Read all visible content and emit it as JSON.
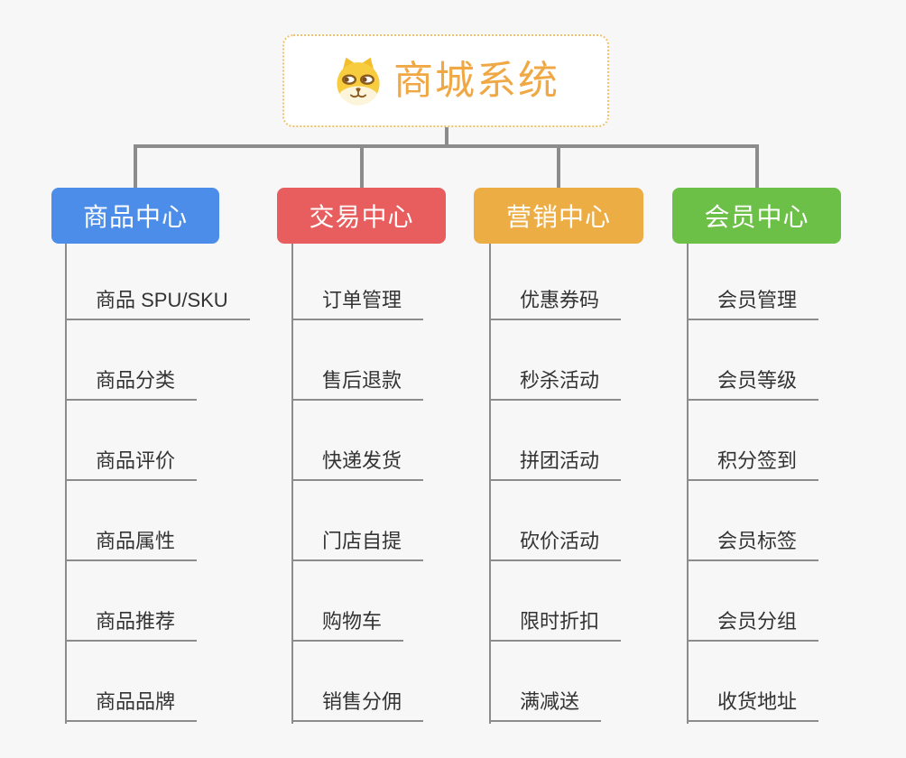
{
  "page": {
    "background_color": "#F7F7F7",
    "connector_color": "#8C8C8C"
  },
  "root": {
    "title": "商城系统",
    "icon": "shiba-dog-face",
    "border_color": "#F0C169",
    "title_color": "#F0A844"
  },
  "columns": [
    {
      "label": "商品中心",
      "color": "#4B8DE8",
      "items": [
        "商品 SPU/SKU",
        "商品分类",
        "商品评价",
        "商品属性",
        "商品推荐",
        "商品品牌"
      ]
    },
    {
      "label": "交易中心",
      "color": "#E85D5D",
      "items": [
        "订单管理",
        "售后退款",
        "快递发货",
        "门店自提",
        "购物车",
        "销售分佣"
      ]
    },
    {
      "label": "营销中心",
      "color": "#EDAD45",
      "items": [
        "优惠券码",
        "秒杀活动",
        "拼团活动",
        "砍价活动",
        "限时折扣",
        "满减送"
      ]
    },
    {
      "label": "会员中心",
      "color": "#6CBF47",
      "items": [
        "会员管理",
        "会员等级",
        "积分签到",
        "会员标签",
        "会员分组",
        "收货地址"
      ]
    }
  ]
}
